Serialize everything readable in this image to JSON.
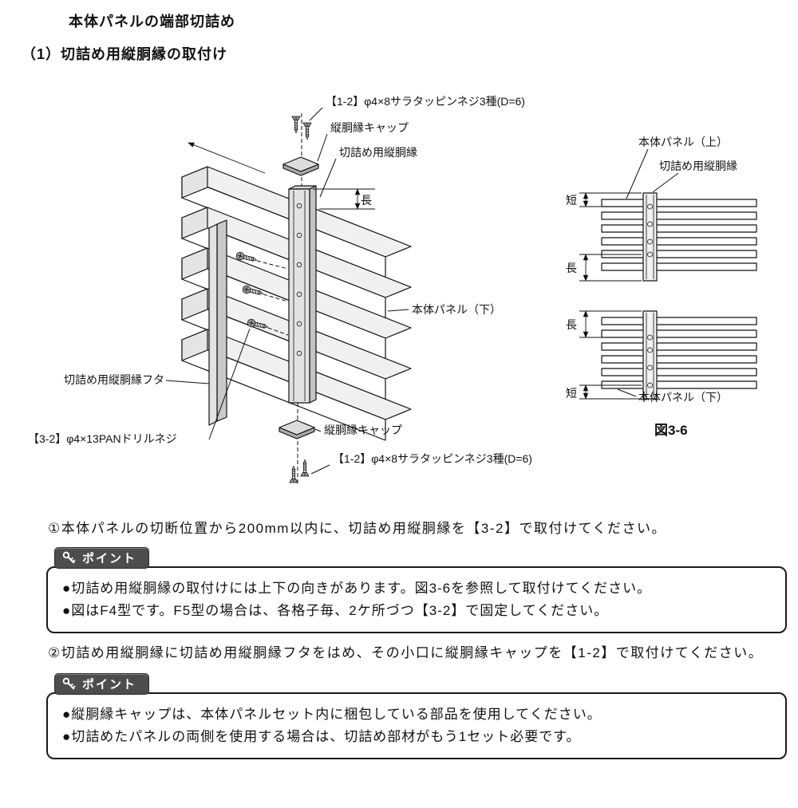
{
  "page": {
    "title": "本体パネルの端部切詰め",
    "subtitle": "（1）切詰め用縦胴縁の取付け"
  },
  "main_diagram": {
    "label_screw_top": "【1-2】φ4×8サラタッピンネジ3種(D=6)",
    "label_cap_top": "縦胴縁キャップ",
    "label_strip": "切詰め用縦胴縁",
    "label_dim_long": "長",
    "label_panel_bottom": "本体パネル（下）",
    "label_cover": "切詰め用縦胴縁フタ",
    "label_drill_screw": "【3-2】φ4×13PANドリルネジ",
    "label_cap_bottom": "縦胴縁キャップ",
    "label_screw_bottom": "【1-2】φ4×8サラタッピンネジ3種(D=6)"
  },
  "figure_3_6": {
    "caption": "図3-6",
    "label_panel_top": "本体パネル（上）",
    "label_strip": "切詰め用縦胴縁",
    "label_panel_bottom": "本体パネル（下）",
    "dim_top_short": "短",
    "dim_top_long": "長",
    "dim_bottom_long": "長",
    "dim_bottom_short": "短"
  },
  "instructions": {
    "step1": "①本体パネルの切断位置から200mm以内に、切詰め用縦胴縁を【3-2】で取付けてください。",
    "step2": "②切詰め用縦胴縁に切詰め用縦胴縁フタをはめ、その小口に縦胴縁キャップを【1-2】で取付けてください。",
    "point_label": "ポイント",
    "point1_items": [
      "●切詰め用縦胴縁の取付けには上下の向きがあります。図3-6を参照して取付けてください。",
      "●図はF4型です。F5型の場合は、各格子毎、2ケ所づつ【3-2】で固定してください。"
    ],
    "point2_items": [
      "●縦胴縁キャップは、本体パネルセット内に梱包している部品を使用してください。",
      "●切詰めたパネルの両側を使用する場合は、切詰め部材がもう1セット必要です。"
    ]
  },
  "colors": {
    "ink": "#111111",
    "badge_bg": "#4d4d4d",
    "metal_light": "#e2e2e2",
    "metal_mid": "#c4c4c4"
  }
}
